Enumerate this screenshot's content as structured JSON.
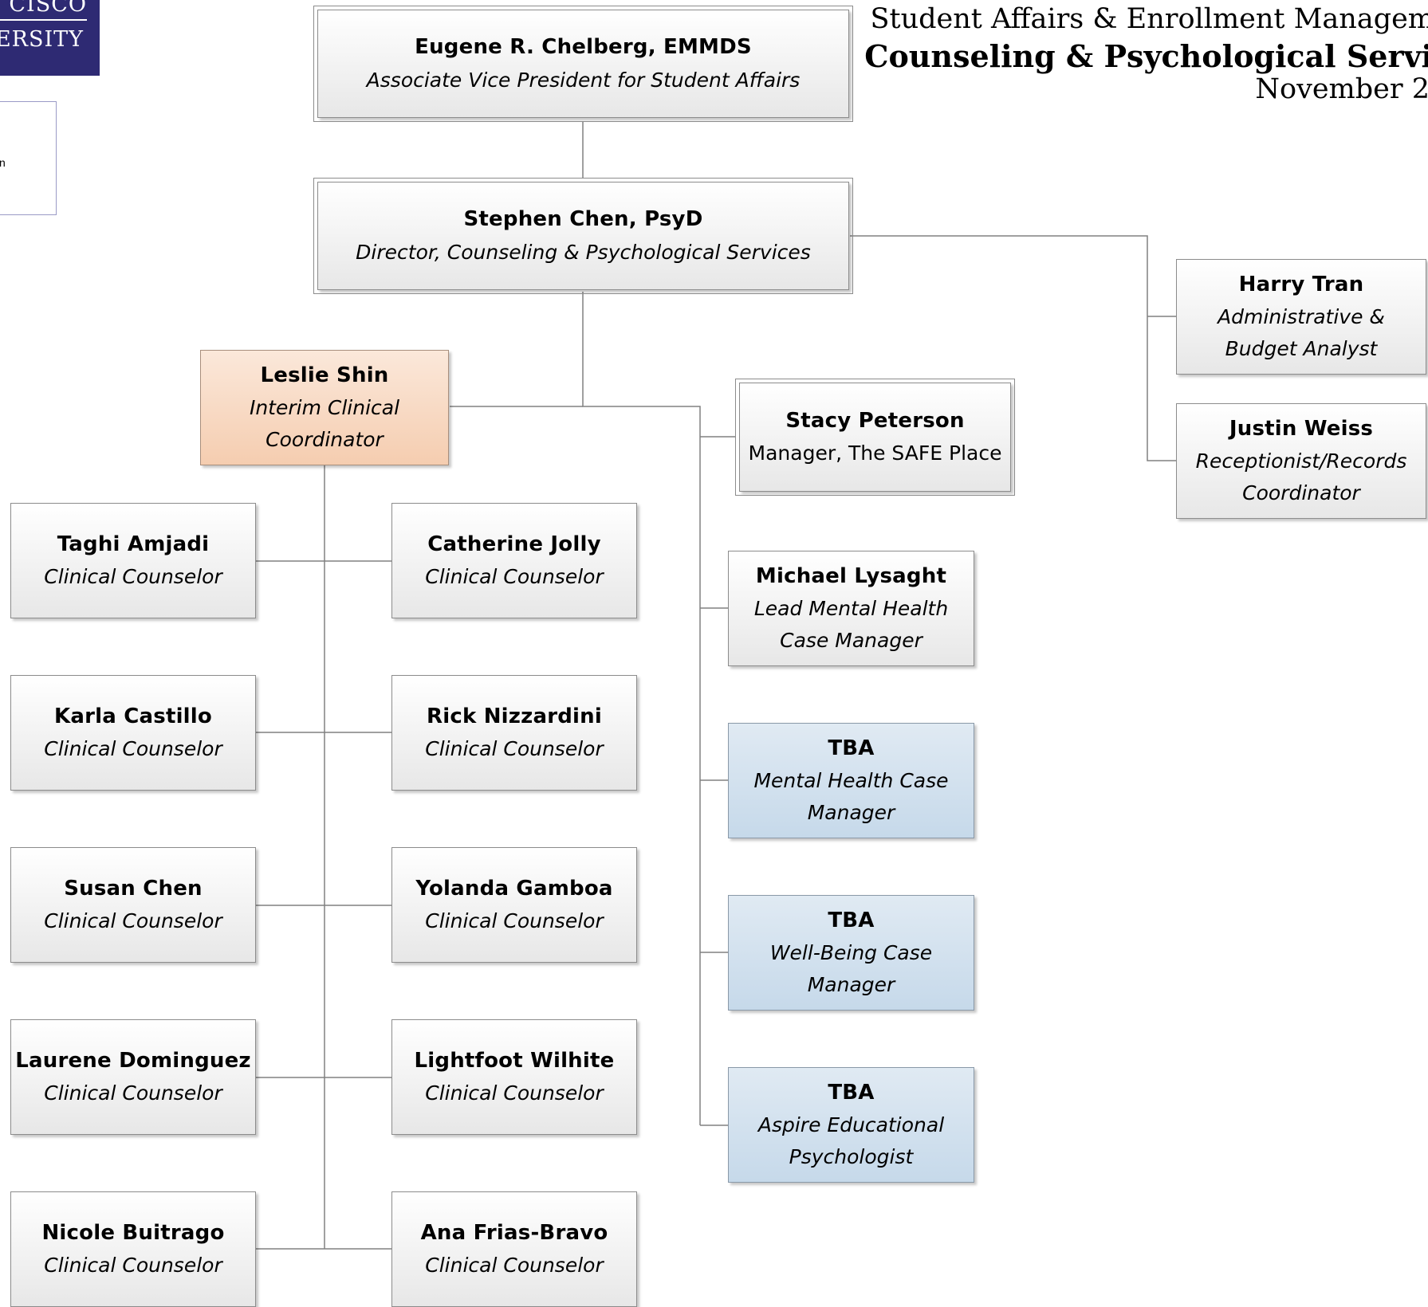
{
  "header": {
    "line1": "Student Affairs & Enrollment Managem",
    "line2": "Counseling & Psychological Servi",
    "line3": "November 2"
  },
  "logo": {
    "line1": "CISCO",
    "line2": "ERSITY"
  },
  "legend": {
    "text": "n"
  },
  "colors": {
    "logo_bg": "#2e2a73",
    "box_default": "#eeeeee",
    "box_interim": "#f8dcc6",
    "box_vacant": "#d2e1ee",
    "connector": "#808080"
  },
  "chart": {
    "avp": {
      "name": "Eugene R. Chelberg, EMMDS",
      "role": "Associate Vice President for Student Affairs"
    },
    "director": {
      "name": "Stephen Chen, PsyD",
      "role": "Director, Counseling & Psychological Services"
    },
    "coordinator": {
      "name": "Leslie Shin",
      "role": "Interim Clinical Coordinator"
    },
    "safe_place": {
      "name": "Stacy Peterson",
      "role": "Manager, The SAFE Place"
    },
    "analyst": {
      "name": "Harry Tran",
      "role": "Administrative & Budget Analyst"
    },
    "receptionist": {
      "name": "Justin Weiss",
      "role": "Receptionist/Records Coordinator"
    },
    "counselors_left": [
      {
        "name": "Taghi Amjadi",
        "role": "Clinical Counselor"
      },
      {
        "name": "Karla Castillo",
        "role": "Clinical Counselor"
      },
      {
        "name": "Susan Chen",
        "role": "Clinical Counselor"
      },
      {
        "name": "Laurene Dominguez",
        "role": "Clinical Counselor"
      },
      {
        "name": "Nicole Buitrago",
        "role": "Clinical Counselor"
      }
    ],
    "counselors_right": [
      {
        "name": "Catherine Jolly",
        "role": "Clinical Counselor"
      },
      {
        "name": "Rick Nizzardini",
        "role": "Clinical Counselor"
      },
      {
        "name": "Yolanda Gamboa",
        "role": "Clinical Counselor"
      },
      {
        "name": "Lightfoot Wilhite",
        "role": "Clinical Counselor"
      },
      {
        "name": "Ana Frias-Bravo",
        "role": "Clinical Counselor"
      }
    ],
    "case_managers": [
      {
        "name": "Michael Lysaght",
        "role": "Lead Mental Health Case Manager"
      },
      {
        "name": "TBA",
        "role": "Mental Health Case Manager"
      },
      {
        "name": "TBA",
        "role": "Well-Being Case Manager"
      },
      {
        "name": "TBA",
        "role": "Aspire Educational Psychologist"
      }
    ]
  }
}
